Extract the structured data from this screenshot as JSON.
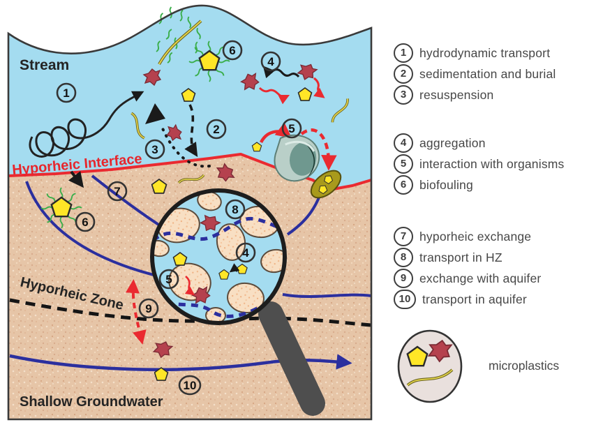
{
  "diagram": {
    "stream_label": "Stream",
    "hyporheic_interface_label": "Hyporheic Interface",
    "hyporheic_zone_label": "Hyporheic Zone",
    "shallow_groundwater_label": "Shallow Groundwater",
    "markers": {
      "m1": "1",
      "m2": "2",
      "m3": "3",
      "m4": "4",
      "m5": "5",
      "m6": "6",
      "m7": "7",
      "m8": "8",
      "m9": "9",
      "m10": "10"
    }
  },
  "legend": {
    "groups": [
      {
        "items": [
          {
            "n": "1",
            "label": "hydrodynamic transport"
          },
          {
            "n": "2",
            "label": "sedimentation and burial"
          },
          {
            "n": "3",
            "label": "resuspension"
          }
        ]
      },
      {
        "items": [
          {
            "n": "4",
            "label": "aggregation"
          },
          {
            "n": "5",
            "label": "interaction with organisms"
          },
          {
            "n": "6",
            "label": "biofouling"
          }
        ]
      },
      {
        "items": [
          {
            "n": "7",
            "label": "hyporheic exchange"
          },
          {
            "n": "8",
            "label": "transport in HZ"
          },
          {
            "n": "9",
            "label": "exchange with aquifer"
          },
          {
            "n": "10",
            "label": "transport in aquifer"
          }
        ]
      }
    ],
    "microplastics_label": "microplastics"
  },
  "colors": {
    "water": "#a4dcf0",
    "sediment": "#e6c5a7",
    "interface_line": "#ea2a30",
    "flow_line_blue": "#2b2f9e",
    "microplastic_fragment": "#b5414e",
    "microplastic_pentagon": "#ffe627",
    "fiber_yellow": "#d9c93d",
    "biofilm_green": "#3aae4a",
    "legend_text": "#474747"
  }
}
